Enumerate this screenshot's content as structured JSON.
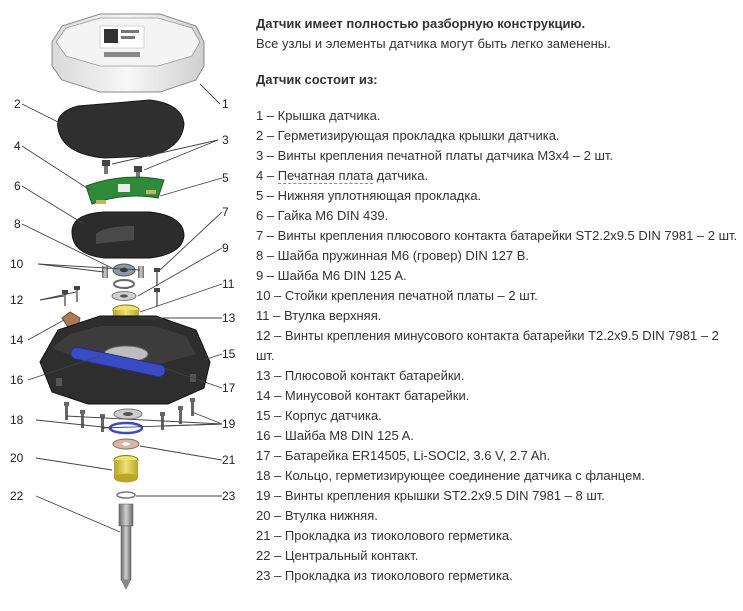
{
  "intro": {
    "heading": "Датчик имеет полностью разборную конструкцию.",
    "subtext": "Все узлы и элементы датчика могут быть легко заменены."
  },
  "parts_heading": "Датчик состоит из:",
  "items": [
    "1 – Крышка датчика.",
    "2 – Герметизирующая прокладка крышки датчика.",
    "3 – Винты крепления печатной платы датчика М3х4 – 2 шт.",
    "5 – Нижняя уплотняющая прокладка.",
    "6 – Гайка М6 DIN 439.",
    "7 – Винты крепления плюсового контакта батарейки ST2.2x9.5 DIN 7981 – 2 шт.",
    "8 – Шайба пружинная М6 (гровер) DIN 127 B.",
    "9 – Шайба М6 DIN 125 A.",
    "10 – Стойки крепления печатной платы – 2 шт.",
    "11 – Втулка верхняя.",
    "12 – Винты крепления минусового контакта батарейки T2.2x9.5 DIN 7981 – 2 шт.",
    "13 – Плюсовой контакт батарейки.",
    "14 – Минусовой контакт батарейки.",
    "15 – Корпус датчика.",
    "16 – Шайба М8 DIN 125 A.",
    "17 – Батарейка ER14505, Li-SOCl2, 3.6 V, 2.7 Ah.",
    "18 – Кольцо, герметизирующее соединение датчика с фланцем.",
    "19 – Винты крепления крышки ST2.2x9.5 DIN 7981 – 8 шт.",
    "20 – Втулка нижняя.",
    "21 – Прокладка из тиоколового герметика.",
    "22 – Центральный контакт.",
    "23 – Прокладка из тиоколового герметика."
  ],
  "item4": {
    "prefix": "4 – ",
    "link": "Печатная плата",
    "suffix": " датчика."
  },
  "callouts": [
    "1",
    "2",
    "3",
    "4",
    "5",
    "6",
    "7",
    "8",
    "9",
    "10",
    "11",
    "12",
    "13",
    "14",
    "15",
    "16",
    "17",
    "18",
    "19",
    "20",
    "21",
    "22",
    "23"
  ],
  "colors": {
    "text": "#333333",
    "pcb": "#2f8a3a",
    "battery": "#3a4cc4",
    "brass": "#d8c64a",
    "body": "#2e2e2e"
  }
}
